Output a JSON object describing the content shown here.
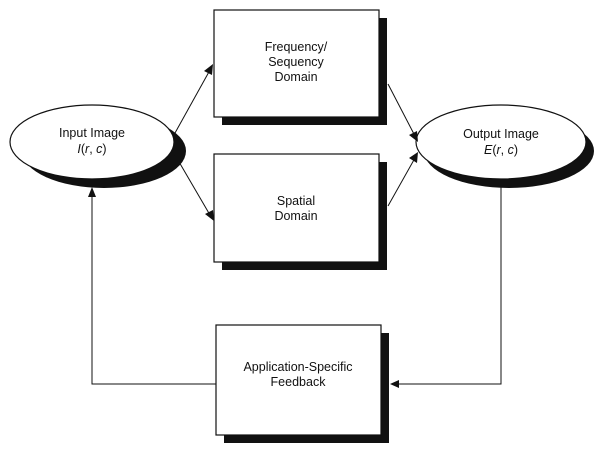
{
  "nodes": {
    "input_image": {
      "line1": "Input Image",
      "line2_var": "I",
      "line2_paren_open": "(",
      "line2_r": "r",
      "line2_comma": ", ",
      "line2_c": "c",
      "line2_paren_close": ")"
    },
    "frequency_domain": {
      "lines": [
        "Frequency/",
        "Sequency",
        "Domain"
      ]
    },
    "spatial_domain": {
      "lines": [
        "Spatial",
        "Domain"
      ]
    },
    "output_image": {
      "line1": "Output Image",
      "line2_var": "E",
      "line2_paren_open": "(",
      "line2_r": "r",
      "line2_comma": ", ",
      "line2_c": "c",
      "line2_paren_close": ")"
    },
    "feedback": {
      "lines": [
        "Application-Specific",
        "Feedback"
      ]
    }
  },
  "colors": {
    "stroke": "#111111",
    "shadow": "#111111",
    "fill": "#ffffff"
  }
}
